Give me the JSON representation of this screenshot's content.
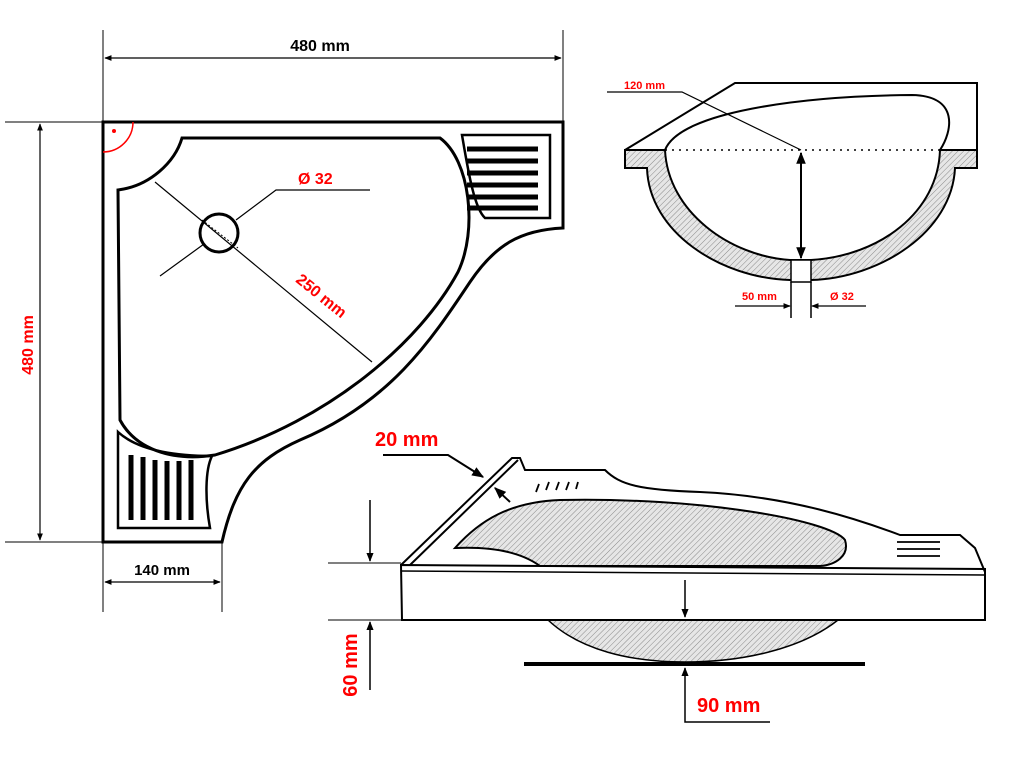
{
  "colors": {
    "dimension_text": "#ff0000",
    "line": "#000000",
    "section_fill": "#d8d8d8"
  },
  "top_view": {
    "width_label": "480 mm",
    "depth_label": "480 mm",
    "drain_label": "Ø 32",
    "radius_label": "250 mm",
    "drainboard_label": "140 mm"
  },
  "section_view": {
    "depth_label": "120 mm",
    "pipe_label": "50 mm",
    "pipe_diameter_label": "Ø 32"
  },
  "side_view": {
    "rim_label": "20 mm",
    "slab_label": "60 mm",
    "bowl_label": "90 mm"
  }
}
